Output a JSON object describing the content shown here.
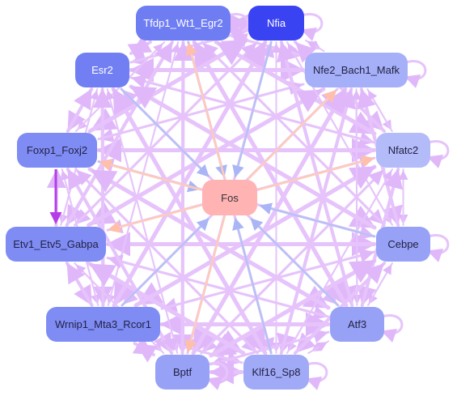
{
  "nodes": [
    {
      "id": "Tfdp1_Wt1_Egr2",
      "label": "Tfdp1_Wt1_Egr2",
      "color": "#6f7df3"
    },
    {
      "id": "Nfia",
      "label": "Nfia",
      "color": "#3a43f2"
    },
    {
      "id": "Esr2",
      "label": "Esr2",
      "color": "#717ff2"
    },
    {
      "id": "Nfe2_Bach1_Mafk",
      "label": "Nfe2_Bach1_Mafk",
      "color": "#a6b0f8"
    },
    {
      "id": "Foxp1_Foxj2",
      "label": "Foxp1_Foxj2",
      "color": "#7f8cf4"
    },
    {
      "id": "Nfatc2",
      "label": "Nfatc2",
      "color": "#b3bbf9"
    },
    {
      "id": "Fos",
      "label": "Fos",
      "color": "#ffb3b3"
    },
    {
      "id": "Etv1_Etv5_Gabpa",
      "label": "Etv1_Etv5_Gabpa",
      "color": "#7f8cf4"
    },
    {
      "id": "Cebpe",
      "label": "Cebpe",
      "color": "#97a2f6"
    },
    {
      "id": "Wrnip1_Mta3_Rcor1",
      "label": "Wrnip1_Mta3_Rcor1",
      "color": "#7f8cf4"
    },
    {
      "id": "Atf3",
      "label": "Atf3",
      "color": "#97a2f6"
    },
    {
      "id": "Bptf",
      "label": "Bptf",
      "color": "#97a2f6"
    },
    {
      "id": "Klf16_Sp8",
      "label": "Klf16_Sp8",
      "color": "#a0aaf6"
    }
  ],
  "edge_colors": {
    "regular": "#e6c4fb",
    "strong": "#b53de8",
    "activating": "#ffcbb8",
    "repressing": "#b7c1f5"
  },
  "strong_edges": [
    [
      "Foxp1_Foxj2",
      "Etv1_Etv5_Gabpa"
    ]
  ],
  "center_edges": [
    {
      "from": "Tfdp1_Wt1_Egr2",
      "kind": "repressing"
    },
    {
      "from": "Nfia",
      "kind": "repressing"
    },
    {
      "from": "Esr2",
      "kind": "repressing"
    },
    {
      "from": "Foxp1_Foxj2",
      "kind": "repressing"
    },
    {
      "from": "Cebpe",
      "kind": "repressing"
    },
    {
      "from": "Wrnip1_Mta3_Rcor1",
      "kind": "repressing"
    },
    {
      "from": "Atf3",
      "kind": "repressing"
    },
    {
      "from": "Klf16_Sp8",
      "kind": "repressing"
    },
    {
      "to": "Nfe2_Bach1_Mafk",
      "kind": "activating"
    },
    {
      "to": "Nfatc2",
      "kind": "activating"
    },
    {
      "to": "Etv1_Etv5_Gabpa",
      "kind": "activating"
    },
    {
      "to": "Bptf",
      "kind": "activating"
    },
    {
      "to": "Foxp1_Foxj2",
      "kind": "activating"
    },
    {
      "to": "Tfdp1_Wt1_Egr2",
      "kind": "activating"
    }
  ],
  "self_loops": [
    "Tfdp1_Wt1_Egr2",
    "Nfia",
    "Nfe2_Bach1_Mafk",
    "Nfatc2",
    "Cebpe",
    "Atf3",
    "Klf16_Sp8",
    "Bptf"
  ]
}
